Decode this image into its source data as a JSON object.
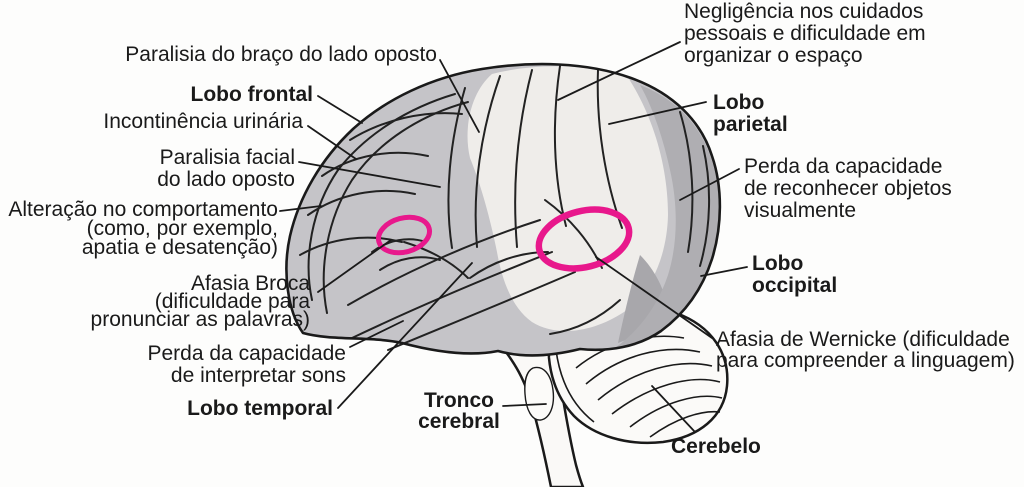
{
  "diagram": {
    "language": "pt",
    "subject": "brain-lateral-view",
    "labels": {
      "paralisia_braco": {
        "text": "Paralisia do braço do lado oposto"
      },
      "lobo_frontal": {
        "text": "Lobo frontal"
      },
      "incontinencia": {
        "text": "Incontinência urinária"
      },
      "paralisia_facial": {
        "text": "Paralisia facial\ndo lado oposto"
      },
      "alteracao": {
        "text": "Alteração no comportamento\n(como, por exemplo,\napatia e desatenção)"
      },
      "afasia_broca": {
        "text": "Afasia Broca\n(dificuldade para\npronunciar as palavras)"
      },
      "perda_sons": {
        "text": "Perda da capacidade\nde interpretar sons"
      },
      "lobo_temporal": {
        "text": "Lobo temporal"
      },
      "negligencia": {
        "text": "Negligência nos cuidados\npessoais e dificuldade em\norganizar o espaço"
      },
      "lobo_parietal": {
        "text": "Lobo\nparietal"
      },
      "perda_objetos": {
        "text": "Perda da capacidade\nde reconhecer objetos\nvisualmente"
      },
      "lobo_occipital": {
        "text": "Lobo\noccipital"
      },
      "afasia_wernicke": {
        "text": "Afasia de Wernicke (dificuldade\npara compreender a linguagem)"
      },
      "tronco_cerebral": {
        "text": "Tronco\ncerebral"
      },
      "cerebelo": {
        "text": "Cerebelo"
      }
    },
    "colors": {
      "highlight_pink": "#e8188c",
      "ink": "#1a1a1a",
      "brain_gray": "#c5c4c8",
      "brain_light": "#efedea",
      "brain_dark": "#afaeb2",
      "background": "#fdfdfc"
    }
  }
}
